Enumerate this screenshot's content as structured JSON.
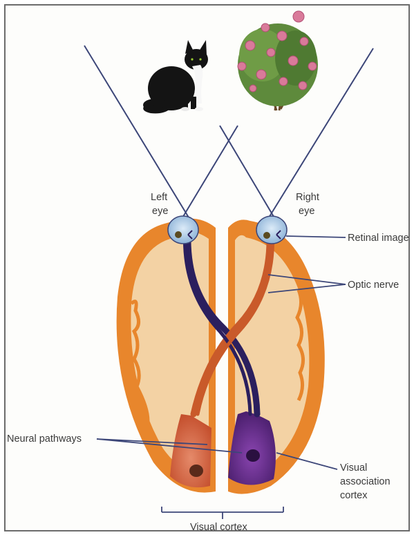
{
  "labels": {
    "left_eye_line1": "Left",
    "left_eye_line2": "eye",
    "right_eye_line1": "Right",
    "right_eye_line2": "eye",
    "retinal_image": "Retinal image",
    "optic_nerve": "Optic nerve",
    "neural_pathways": "Neural pathways",
    "visual_assoc_line1": "Visual",
    "visual_assoc_line2": "association",
    "visual_assoc_line3": "cortex",
    "visual_cortex": "Visual cortex"
  },
  "objects": {
    "left_object": "cat",
    "right_object": "flowering bush"
  },
  "colors": {
    "brain_outer": "#e8862c",
    "brain_inner": "#f3d2a4",
    "left_pathway": "#c95a2a",
    "right_pathway": "#2b1f5e",
    "left_cortex": "#d9674a",
    "right_cortex": "#6a2b8c",
    "eye": "#b9d4ec",
    "sight_line": "#3c4678"
  }
}
